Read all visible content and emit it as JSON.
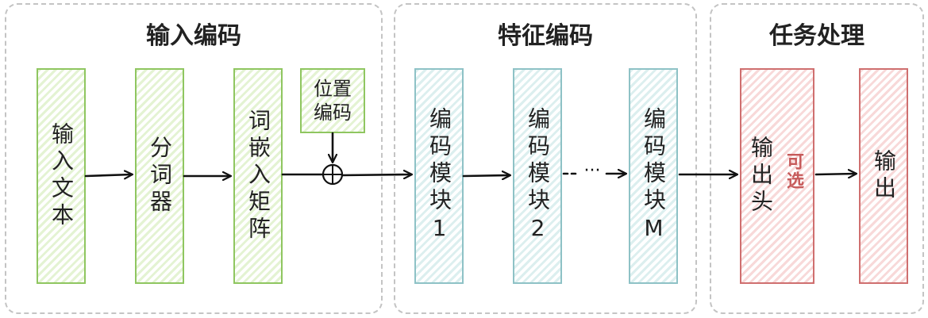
{
  "groups": {
    "input_encoding": {
      "title": "输入编码"
    },
    "feature_encoding": {
      "title": "特征编码"
    },
    "task_processing": {
      "title": "任务处理"
    }
  },
  "blocks": {
    "input_text": "输入文本",
    "tokenizer": "分词器",
    "embedding_matrix": "词嵌入矩阵",
    "positional_encoding_line1": "位置",
    "positional_encoding_line2": "编码",
    "encoder_block_1": "编码模块1",
    "encoder_block_2": "编码模块2",
    "encoder_block_m": "编码模块M",
    "output_head": "输出头",
    "output_head_optional": "可选",
    "output": "输出"
  },
  "ellipsis": "···",
  "colors": {
    "green_border": "#8fc660",
    "teal_border": "#8ec2c6",
    "red_border": "#cf6f6f",
    "group_border": "#c4c4c4"
  },
  "icons": {
    "adder": "circled-plus-icon",
    "arrow": "arrow-right-icon"
  }
}
